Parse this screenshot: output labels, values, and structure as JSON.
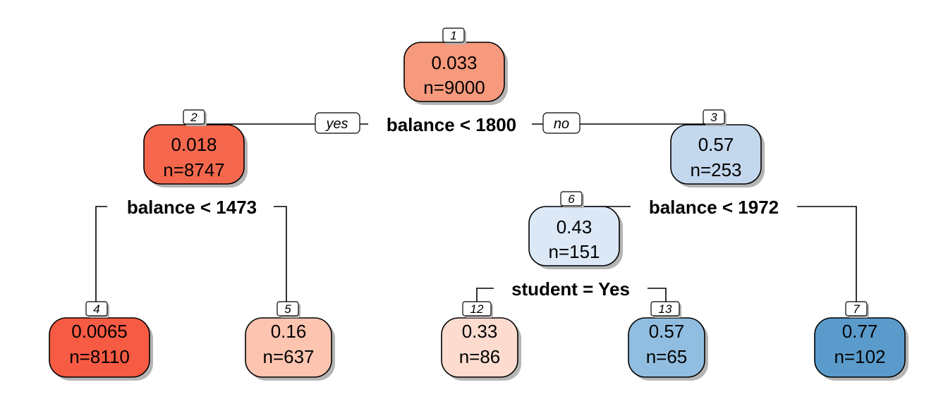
{
  "tree": {
    "nodes": [
      {
        "id": "1",
        "value": "0.033",
        "n": "n=9000",
        "color": "#F7997C"
      },
      {
        "id": "2",
        "value": "0.018",
        "n": "n=8747",
        "color": "#F6684E"
      },
      {
        "id": "3",
        "value": "0.57",
        "n": "n=253",
        "color": "#C3D7ED"
      },
      {
        "id": "4",
        "value": "0.0065",
        "n": "n=8110",
        "color": "#F75B43"
      },
      {
        "id": "5",
        "value": "0.16",
        "n": "n=637",
        "color": "#FDC5B0"
      },
      {
        "id": "6",
        "value": "0.43",
        "n": "n=151",
        "color": "#DCE8F6"
      },
      {
        "id": "7",
        "value": "0.77",
        "n": "n=102",
        "color": "#5A9BCC"
      },
      {
        "id": "12",
        "value": "0.33",
        "n": "n=86",
        "color": "#FDDCCF"
      },
      {
        "id": "13",
        "value": "0.57",
        "n": "n=65",
        "color": "#91BEE0"
      }
    ],
    "splits": {
      "root": "balance < 1800",
      "node2": "balance < 1473",
      "node6": "balance < 1972",
      "node6_sub": "student = Yes"
    },
    "branch_labels": {
      "yes": "yes",
      "no": "no"
    }
  }
}
